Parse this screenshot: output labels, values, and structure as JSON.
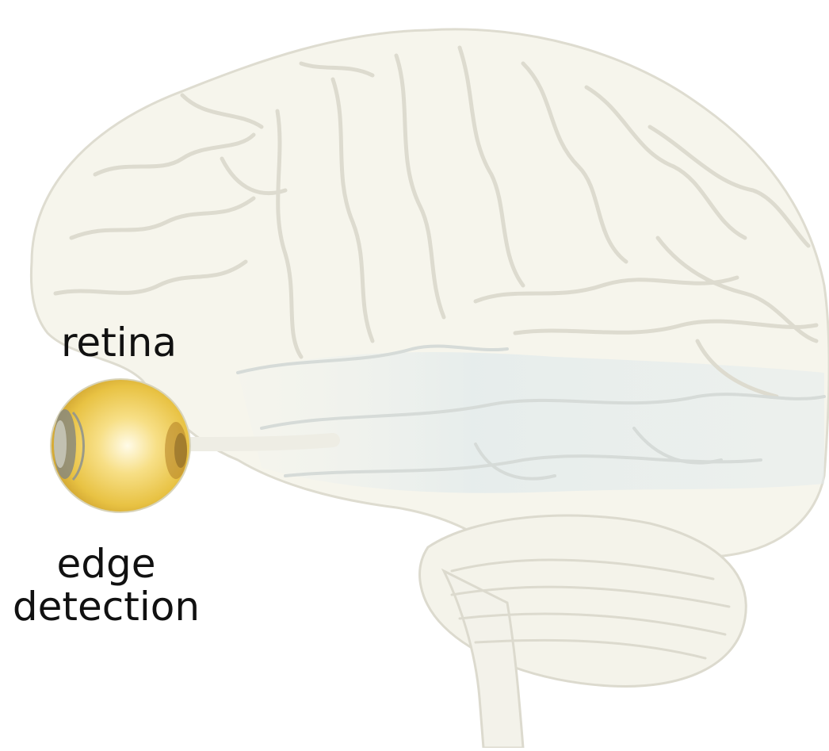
{
  "labels": {
    "retina": "retina",
    "edge_line1": "edge",
    "edge_line2": "detection"
  },
  "icons": {
    "brain": "brain-illustration-icon",
    "eye": "eyeball-icon"
  },
  "colors": {
    "brain_fill": "#f6f5ec",
    "brain_line": "#d9d8cd",
    "brain_blue": "#e3ecef",
    "eye_yellow": "#f2c94c",
    "eye_dark": "#6b6b5e",
    "text": "#111111"
  }
}
